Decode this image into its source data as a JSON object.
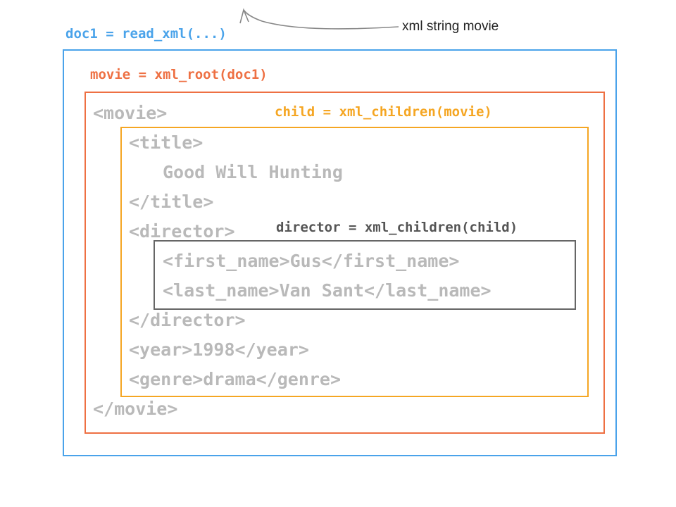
{
  "colors": {
    "doc": "#4aa3ea",
    "root": "#ee7043",
    "child": "#f5a623",
    "director": "#666666",
    "code": "#b9b9b9",
    "annotation": "#888888"
  },
  "labels": {
    "doc": "doc1 = read_xml(...)",
    "root": "movie = xml_root(doc1)",
    "child": "child = xml_children(movie)",
    "director": "director = xml_children(child)",
    "annotation": "xml string movie"
  },
  "xml": {
    "movie_open": "<movie>",
    "title_open": "<title>",
    "title_text": "Good Will Hunting",
    "title_close": "</title>",
    "director_open": "<director>",
    "first_name": "<first_name>Gus</first_name>",
    "last_name": "<last_name>Van Sant</last_name>",
    "director_close": "</director>",
    "year": "<year>1998</year>",
    "genre": "<genre>drama</genre>",
    "movie_close": "</movie>"
  }
}
